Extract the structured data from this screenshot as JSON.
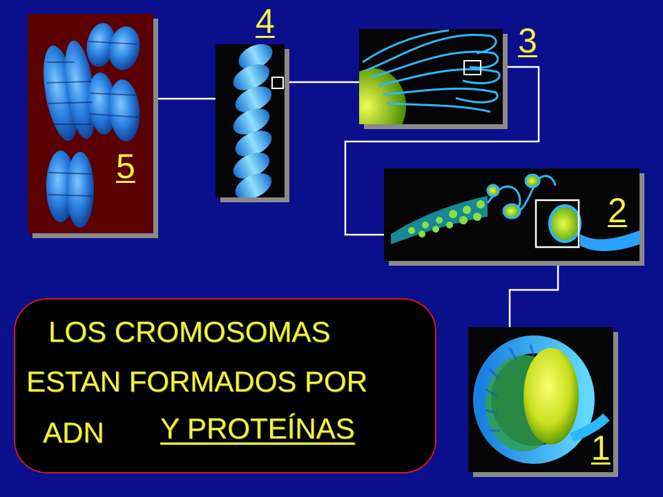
{
  "panels": [
    {
      "id": "5",
      "label": "5"
    },
    {
      "id": "4",
      "label": "4"
    },
    {
      "id": "3",
      "label": "3"
    },
    {
      "id": "2",
      "label": "2"
    },
    {
      "id": "1",
      "label": "1"
    }
  ],
  "caption": {
    "line1": "LOS CROMOSOMAS",
    "line2": "ESTAN FORMADOS POR",
    "line3a": "ADN",
    "line3b": "Y PROTEÍNAS"
  },
  "colors": {
    "background": "#0a0f8c",
    "label_yellow": "#f2f244",
    "chromosome_panel": "#5a0000",
    "dna_blue": "#2aa0ff",
    "histone_green": "#c8ff20",
    "caption_border": "#d01a1a"
  }
}
